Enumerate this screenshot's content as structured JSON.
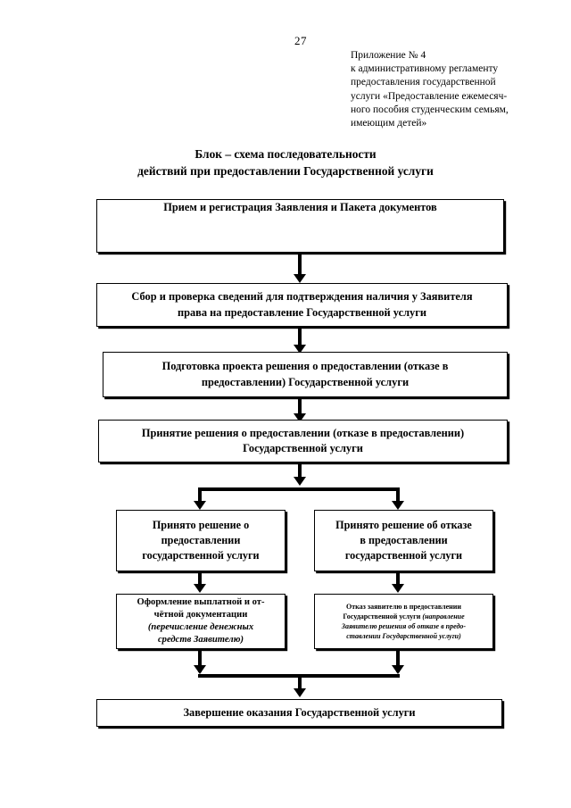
{
  "document": {
    "page_number": "27",
    "appendix": [
      "Приложение № 4",
      "к административному регламенту",
      "предоставления государственной",
      "услуги «Предоставление ежемесяч-",
      "ного пособия студенческим семьям,",
      "имеющим детей»"
    ],
    "title_line_1": "Блок – схема последовательности",
    "title_line_2": "действий при предоставлении Государственной услуги"
  },
  "flowchart": {
    "type": "flowchart",
    "orientation": "top-to-bottom",
    "nodes": {
      "step_1": {
        "label": "Прием и регистрация Заявления и Пакета документов"
      },
      "step_2": {
        "line_1": "Сбор и проверка сведений для подтверждения наличия у Заявителя",
        "line_2": "права  на предоставление Государственной услуги"
      },
      "step_3": {
        "line_1": "Подготовка проекта решения о предоставлении (отказе в",
        "line_2": "предоставлении) Государственной услуги"
      },
      "step_4": {
        "line_1": "Принятие решения о предоставлении (отказе в предоставлении)",
        "line_2": "Государственной услуги"
      },
      "decision_approve": {
        "line_1": "Принято решение о",
        "line_2": "предоставлении",
        "line_3": "государственной услуги"
      },
      "decision_refuse": {
        "line_1": "Принято решение об отказе",
        "line_2": "в  предоставлении",
        "line_3": "государственной услуги"
      },
      "action_payment": {
        "line_1": "Оформление выплатной и от-",
        "line_2": "чётной документации",
        "italic_1": "(перечисление денежных",
        "italic_2": "средств Заявителю)"
      },
      "action_refusal": {
        "line_1": "Отказ заявителю в предоставлении",
        "line_2_plain": "Государственной услуги ",
        "line_2_italic": "(направление",
        "italic_1": "Заявителю решения об отказе в предо-",
        "italic_2": "ставлении Государственной услуги)"
      },
      "step_final": {
        "label": "Завершение оказания Государственной услуги"
      }
    },
    "edges": [
      {
        "from": "step_1",
        "to": "step_2"
      },
      {
        "from": "step_2",
        "to": "step_3"
      },
      {
        "from": "step_3",
        "to": "step_4"
      },
      {
        "from": "step_4",
        "to": "split"
      },
      {
        "from": "split",
        "to": "decision_approve"
      },
      {
        "from": "split",
        "to": "decision_refuse"
      },
      {
        "from": "decision_approve",
        "to": "action_payment"
      },
      {
        "from": "decision_refuse",
        "to": "action_refusal"
      },
      {
        "from": "action_payment",
        "to": "merge"
      },
      {
        "from": "action_refusal",
        "to": "merge"
      },
      {
        "from": "merge",
        "to": "step_final"
      }
    ]
  }
}
